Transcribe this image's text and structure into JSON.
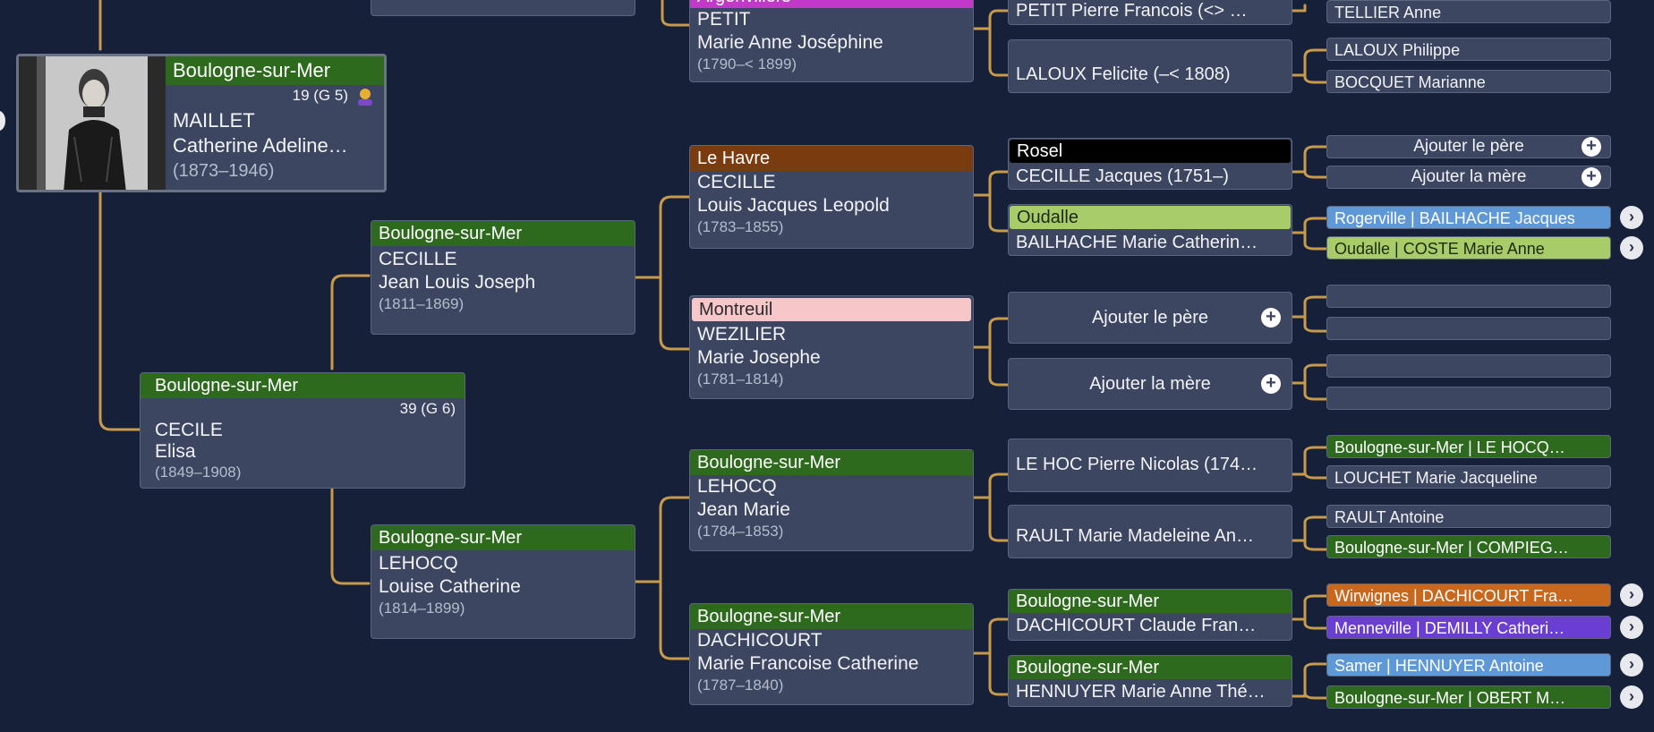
{
  "colors": {
    "connector": "#c79a4c",
    "background": "#162038",
    "card": "#3d4660",
    "place_green": "#2e6a1e",
    "place_brown": "#7a3c0e",
    "place_pink": "#f6c6c8",
    "place_lightgreen": "#a8cc6a",
    "place_black": "#000000",
    "place_magenta": "#c238c8",
    "place_blue": "#5e98d6",
    "place_orange": "#c8681e",
    "place_purple": "#6a3ed2"
  },
  "root": {
    "place": "Boulogne-sur-Mer",
    "gen": "19 (G 5)",
    "gen_icon": "person-icon",
    "surname": "MAILLET",
    "given": "Catherine Adeline…",
    "dates": "(1873–1946)",
    "photo": "portrait-photo"
  },
  "subject": {
    "place": "Boulogne-sur-Mer",
    "gen": "39 (G 6)",
    "surname": "CECILE",
    "given": "Elisa",
    "dates": "(1849–1908)"
  },
  "parents": [
    {
      "place": "Boulogne-sur-Mer",
      "surname": "CECILLE",
      "given": "Jean Louis Joseph",
      "dates": "(1811–1869)"
    },
    {
      "place": "Boulogne-sur-Mer",
      "surname": "LEHOCQ",
      "given": "Louise Catherine",
      "dates": "(1814–1899)"
    }
  ],
  "grandparents": [
    {
      "place": "Argenvillers",
      "surname": "PETIT",
      "given": "Marie Anne Joséphine",
      "dates": "(1790–< 1899)"
    },
    {
      "place": "Le Havre",
      "surname": "CECILLE",
      "given": "Louis Jacques Leopold",
      "dates": "(1783–1855)"
    },
    {
      "place": "Montreuil",
      "surname": "WEZILIER",
      "given": "Marie Josephe",
      "dates": "(1781–1814)"
    },
    {
      "place": "Boulogne-sur-Mer",
      "surname": "LEHOCQ",
      "given": "Jean Marie",
      "dates": "(1784–1853)"
    },
    {
      "place": "Boulogne-sur-Mer",
      "surname": "DACHICOURT",
      "given": "Marie Francoise Catherine",
      "dates": "(1787–1840)"
    }
  ],
  "great_grandparents": [
    {
      "name": "PETIT Pierre Francois (<> …"
    },
    {
      "name": "LALOUX Felicite (–< 1808)"
    },
    {
      "place": "Rosel",
      "name": "CECILLE Jacques (1751–)"
    },
    {
      "place": "Oudalle",
      "name": "BAILHACHE Marie Catherin…"
    },
    {
      "name": "LE HOC Pierre Nicolas (174…"
    },
    {
      "name": "RAULT Marie Madeleine An…"
    },
    {
      "place": "Boulogne-sur-Mer",
      "name": "DACHICOURT Claude Fran…"
    },
    {
      "place": "Boulogne-sur-Mer",
      "name": "HENNUYER Marie Anne Thé…"
    }
  ],
  "add_father_label": "Ajouter le père",
  "add_mother_label": "Ajouter la mère",
  "third_gen": [
    "TELLIER Anne",
    "LALOUX Philippe",
    "BOCQUET Marianne",
    "Rogerville | BAILHACHE Jacques",
    "Oudalle | COSTE Marie Anne",
    "Boulogne-sur-Mer | LE HOCQ…",
    "LOUCHET Marie Jacqueline",
    "RAULT Antoine",
    "Boulogne-sur-Mer | COMPIEG…",
    "Wirwignes | DACHICOURT Fra…",
    "Menneville | DEMILLY Catheri…",
    "Samer | HENNUYER Antoine",
    "Boulogne-sur-Mer | OBERT M…"
  ]
}
